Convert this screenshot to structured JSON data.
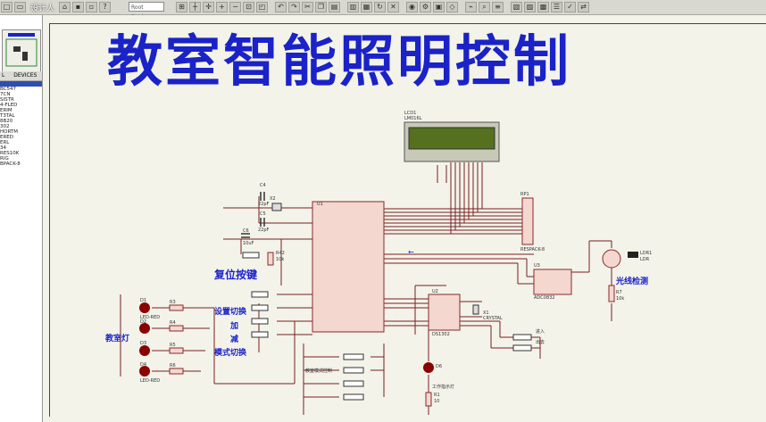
{
  "toolbar": {
    "design_select": "Root Design",
    "title_overlay": "设计人"
  },
  "left_panel": {
    "header_tab": "L",
    "header_label": "DEVICES",
    "devices": [
      "",
      "BC547",
      "7CN",
      "SISTR",
      "",
      "",
      "4-FLED",
      "ERIM",
      "T3TAL",
      "8B20",
      "302",
      "",
      "",
      "HORTM",
      "ERED",
      "ERL",
      "34",
      "RES10K",
      "",
      "RIG",
      "",
      "BPACK-8"
    ]
  },
  "schematic": {
    "title": "教室智能照明控制",
    "labels": {
      "reset_key": "复位按键",
      "set_switch": "设置切换",
      "add": "加",
      "sub": "减",
      "mode_switch": "模式切换",
      "classroom_light": "教室灯",
      "light_detect": "光线检测",
      "enter": "进入",
      "exit": "出去",
      "classroom_control": "教室模式控制",
      "working_light": "工作指示灯"
    },
    "refs": {
      "lcd": "LCD1",
      "lcd_part": "LM016L",
      "rp": "RP1",
      "rp_part": "RESPACK-8",
      "u1": "U1",
      "u2": "U2",
      "u3": "U3",
      "u3_part": "ADC0832",
      "x1": "X1",
      "x1_part": "CRYSTAL",
      "x2": "X2",
      "ldr": "LDR1",
      "ldr_part": "LDR",
      "r7": "R7",
      "r7_val": "10k",
      "r42": "R42",
      "r42_val": "10k",
      "c4": "C4",
      "c5": "C5",
      "c6": "C6",
      "c4_val": "22pF",
      "c5_val": "22pF",
      "c6_val": "10uF",
      "d1": "D1",
      "d2": "D2",
      "d3": "D3",
      "d4": "D4",
      "d6": "D6",
      "led": "LED-RED",
      "r3": "R3",
      "r4": "R4",
      "r5": "R5",
      "r6": "R6",
      "r1": "R1",
      "r_val": "10",
      "u2_part": "DS1302"
    }
  },
  "colors": {
    "wire": "#7a1f1f",
    "chip_fill": "#f4d7cf",
    "chip_stroke": "#8a2a2a",
    "title": "#1a22c8",
    "led": "#8a0000"
  }
}
